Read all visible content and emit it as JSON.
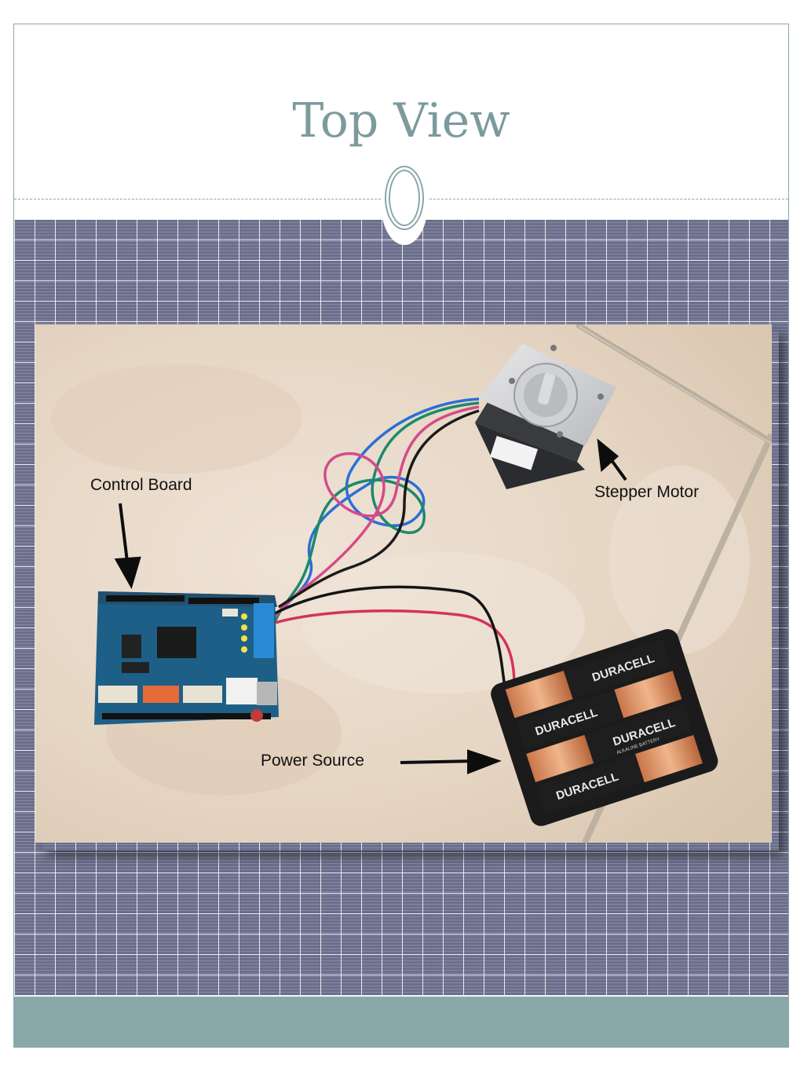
{
  "slide": {
    "title": "Top View"
  },
  "photo": {
    "labels": {
      "control_board": "Control Board",
      "stepper_motor": "Stepper Motor",
      "power_source": "Power Source"
    },
    "battery_brand": "DURACELL",
    "battery_sub": "ALKALINE BATTERY"
  },
  "colors": {
    "title": "#7d9a9d",
    "accent_teal": "#88a8aa",
    "pattern_blue": "#6b6f8c",
    "border": "#8aa7aa"
  }
}
